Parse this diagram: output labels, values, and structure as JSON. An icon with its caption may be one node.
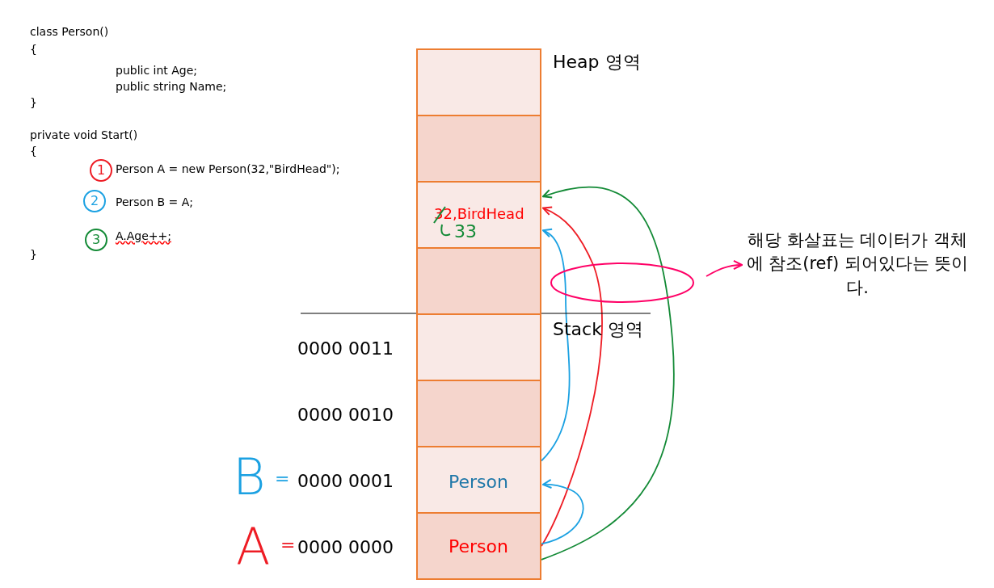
{
  "diagram": {
    "nodes": [
      {
        "text": [],
        "shape": "box"
      },
      {
        "text": [],
        "shape": "box"
      },
      {
        "text": [
          "32,BirdHead",
          "33"
        ]
      },
      {
        "text": [],
        "shape": "box"
      },
      {
        "text": [],
        "shape": "box"
      },
      {
        "text": [],
        "shape": "box"
      },
      {
        "text": [
          "Person"
        ]
      },
      {
        "text": [
          "Person"
        ]
      },
      {
        "text": [
          "해당 화살표는 데이터가 객체에 참조(ref) 되어있다는 뜻이다."
        ]
      }
    ],
    "edges": [
      {
        "from": 7,
        "to": 2,
        "arrow": "to",
        "color": "#ee1c24"
      },
      {
        "from": 6,
        "to": 2,
        "arrow": "to",
        "color": "#1ba1e2"
      },
      {
        "from": 7,
        "to": 2,
        "arrow": "to",
        "color": "#138a36"
      },
      {
        "from": 7,
        "to": 6,
        "arrow": "to",
        "color": "#1ba1e2"
      },
      {
        "from": null,
        "to": 8,
        "arrow": "to",
        "color": "#ff0066"
      }
    ],
    "labels": [
      "class Person()",
      "{",
      "public int Age;",
      "public string Name;",
      "}",
      "private void Start()",
      "{",
      "1",
      "Person A = new Person(32,\"BirdHead\");",
      "2",
      "Person B = A;",
      "3",
      "A.Age++;",
      "}",
      "Heap 영역",
      "Stack 영역",
      "0000 0011",
      "0000 0010",
      "B",
      "=",
      "0000 0001",
      "A",
      "=",
      "0000 0000"
    ]
  }
}
